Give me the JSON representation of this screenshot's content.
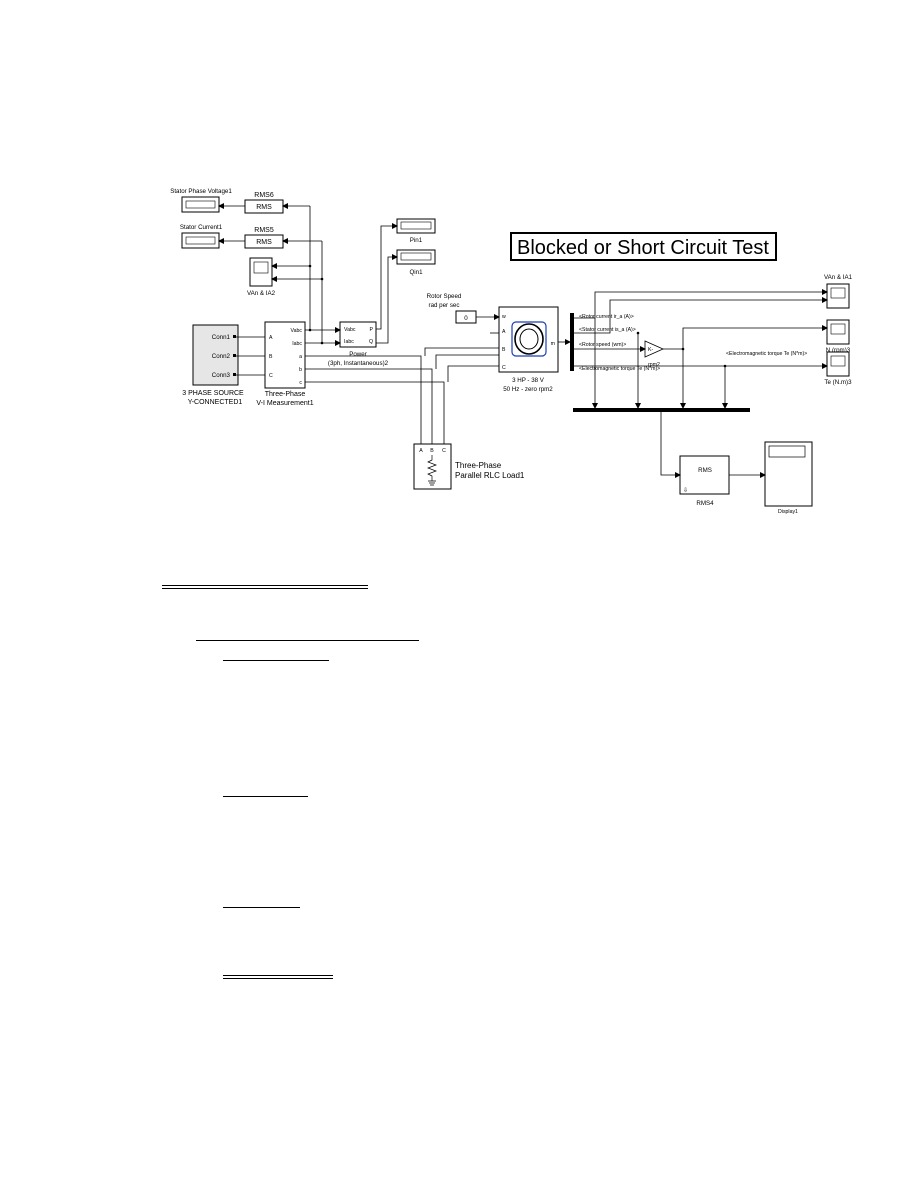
{
  "title": "Blocked  or  Short Circuit Test",
  "source": {
    "name_line1": "3 PHASE SOURCE",
    "name_line2": "Y-CONNECTED1",
    "ports": [
      "Conn1",
      "Conn2",
      "Conn3"
    ]
  },
  "vi_measurement": {
    "name_line1": "Three-Phase",
    "name_line2": "V-I Measurement1",
    "in_ports": [
      "A",
      "B",
      "C"
    ],
    "out_ports": [
      "Vabc",
      "Iabc",
      "a",
      "b",
      "c"
    ]
  },
  "power": {
    "name": "Power",
    "subtitle": "(3ph, Instantaneous)2",
    "in_ports": [
      "Vabc",
      "Iabc"
    ],
    "out_ports": [
      "P",
      "Q"
    ]
  },
  "rms6": {
    "name": "RMS6",
    "label": "RMS"
  },
  "rms5": {
    "name": "RMS5",
    "label": "RMS"
  },
  "rms4": {
    "name": "RMS4",
    "label": "RMS"
  },
  "displays": {
    "stator_phase_voltage": "Stator Phase Voltage1",
    "stator_current": "Stator Current1",
    "pin": "Pin1",
    "qin": "Qin1",
    "display1": "Display1"
  },
  "scopes": {
    "van_ia2": "VAn & IA2",
    "van_ia": "VAn & IA1",
    "n_rpm": "N (rpm)3",
    "te_nm": "Te (N.m)3"
  },
  "rotor_speed": {
    "label_line1": "Rotor Speed",
    "label_line2": "rad per sec",
    "value": "0"
  },
  "motor": {
    "name_line1": "3 HP - 38 V",
    "name_line2": "50 Hz - zero rpm2",
    "in_ports": [
      "w",
      "A",
      "B",
      "C"
    ],
    "out_port": "m"
  },
  "load": {
    "name_line1": "Three-Phase",
    "name_line2": "Parallel RLC Load1",
    "ports": [
      "A",
      "B",
      "C"
    ]
  },
  "bus_signals": [
    "<Rotor current ir_a (A)>",
    "<Stator current is_a (A)>",
    "<Rotor speed (wm)>",
    "<Electromagnetic torque Te (N*m)>"
  ],
  "gain": {
    "name": "rpm2",
    "value": "K-"
  },
  "te_line_label": "<Electromagnetic torque Te (N*m)>"
}
